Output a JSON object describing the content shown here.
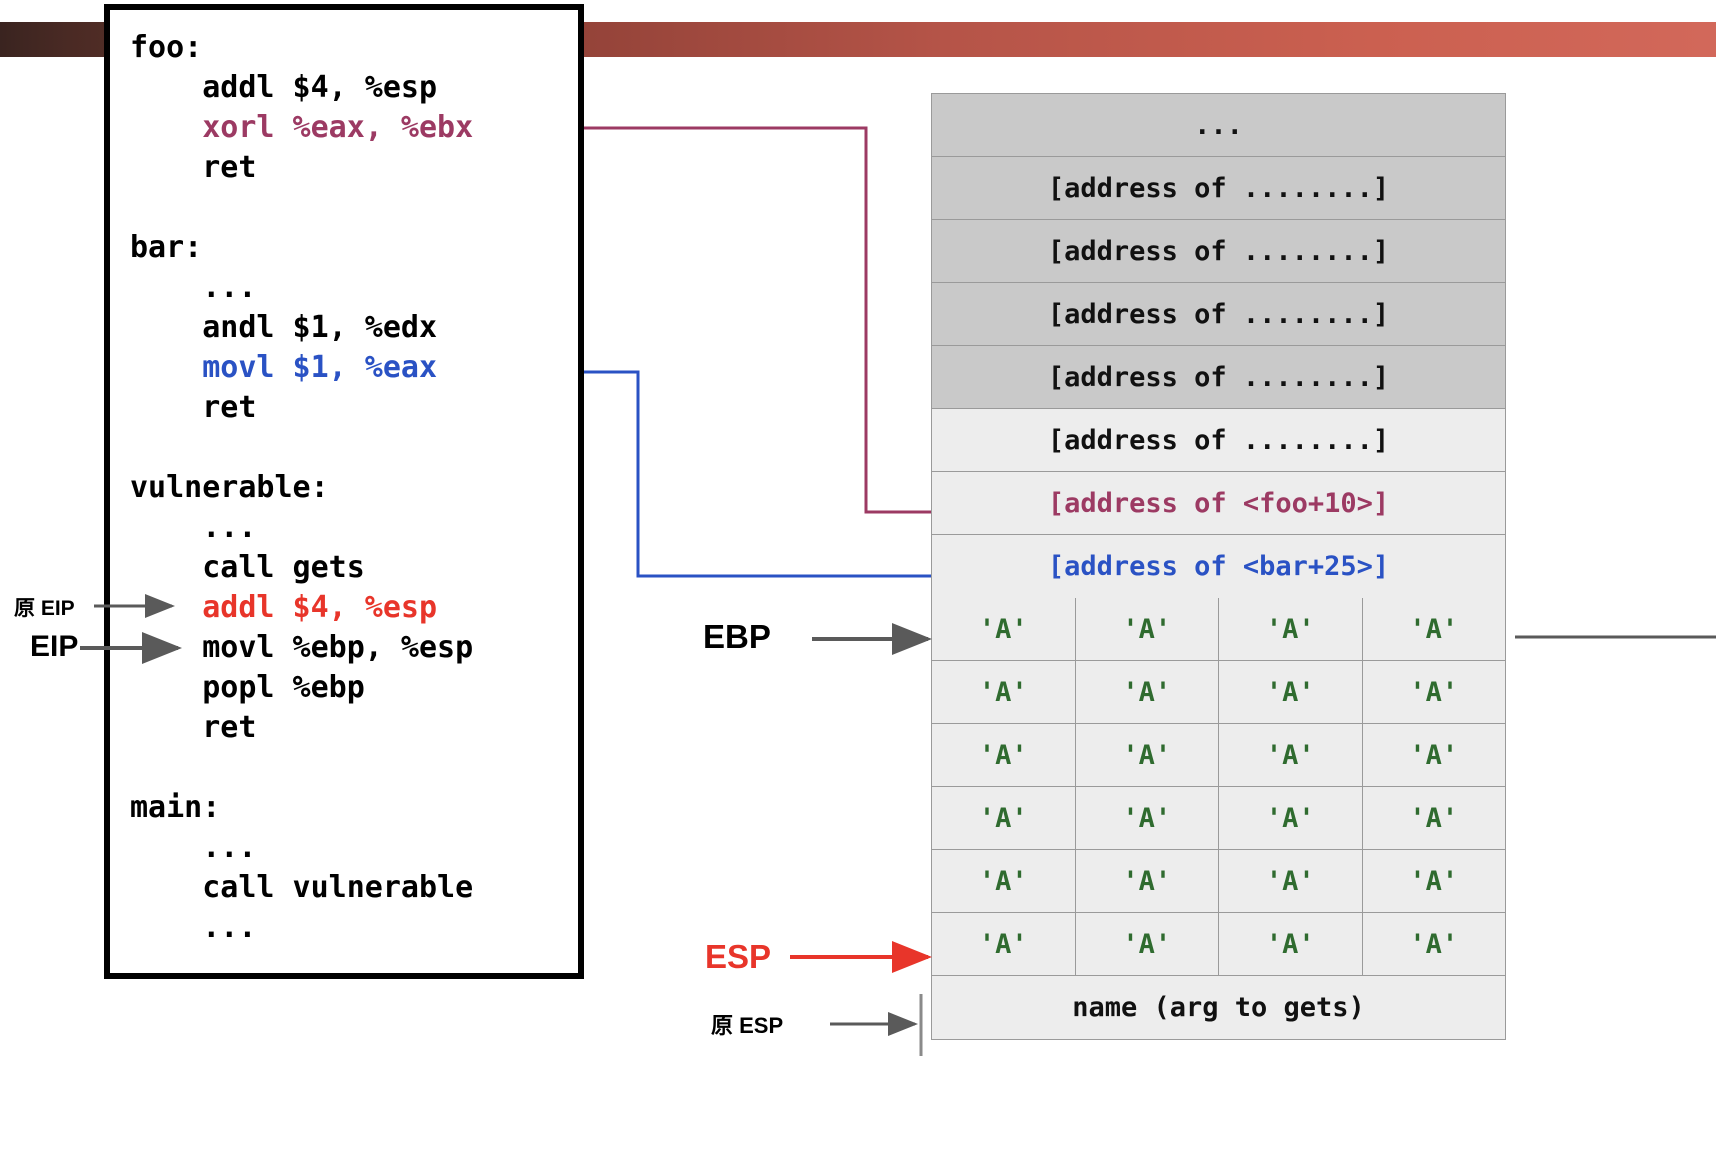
{
  "banner": {
    "name": "decorative-gradient-bar",
    "color_left": "#3a2420",
    "color_right": "#d2685a"
  },
  "colors": {
    "purple": "#9c3a63",
    "blue": "#2a52c4",
    "red": "#e8352a",
    "green": "#2f6b2f",
    "gray_arrow": "#5a5a5a",
    "cell_dark": "#c9c9c9",
    "cell_light": "#ededed",
    "cell_border": "#9a9a9a"
  },
  "code_panel": {
    "name": "assembly-listing",
    "lines": [
      {
        "text": "foo:",
        "color": "black"
      },
      {
        "text": "    addl $4, %esp",
        "color": "black"
      },
      {
        "text": "    xorl %eax, %ebx",
        "color": "purple"
      },
      {
        "text": "    ret",
        "color": "black"
      },
      {
        "text": "",
        "color": "black"
      },
      {
        "text": "bar:",
        "color": "black"
      },
      {
        "text": "    ...",
        "color": "black"
      },
      {
        "text": "    andl $1, %edx",
        "color": "black"
      },
      {
        "text": "    movl $1, %eax",
        "color": "blue"
      },
      {
        "text": "    ret",
        "color": "black"
      },
      {
        "text": "",
        "color": "black"
      },
      {
        "text": "vulnerable:",
        "color": "black"
      },
      {
        "text": "    ...",
        "color": "black"
      },
      {
        "text": "    call gets",
        "color": "black"
      },
      {
        "text": "    addl $4, %esp",
        "color": "red"
      },
      {
        "text": "    movl %ebp, %esp",
        "color": "black"
      },
      {
        "text": "    popl %ebp",
        "color": "black"
      },
      {
        "text": "    ret",
        "color": "black"
      },
      {
        "text": "",
        "color": "black"
      },
      {
        "text": "main:",
        "color": "black"
      },
      {
        "text": "    ...",
        "color": "black"
      },
      {
        "text": "    call vulnerable",
        "color": "black"
      },
      {
        "text": "    ...",
        "color": "black"
      }
    ]
  },
  "stack": {
    "name": "stack-layout-table",
    "rows": [
      {
        "text": "...",
        "shade": "dark",
        "color": "black"
      },
      {
        "text": "[address of ........]",
        "shade": "dark",
        "color": "black"
      },
      {
        "text": "[address of ........]",
        "shade": "dark",
        "color": "black"
      },
      {
        "text": "[address of ........]",
        "shade": "dark",
        "color": "black"
      },
      {
        "text": "[address of ........]",
        "shade": "dark",
        "color": "black"
      },
      {
        "text": "[address of ........]",
        "shade": "light",
        "color": "black"
      },
      {
        "text": "[address of <foo+10>]",
        "shade": "light",
        "color": "purple"
      },
      {
        "text": "[address of <bar+25>]",
        "shade": "light",
        "color": "blue"
      }
    ],
    "byte_rows": [
      [
        "'A'",
        "'A'",
        "'A'",
        "'A'"
      ],
      [
        "'A'",
        "'A'",
        "'A'",
        "'A'"
      ],
      [
        "'A'",
        "'A'",
        "'A'",
        "'A'"
      ],
      [
        "'A'",
        "'A'",
        "'A'",
        "'A'"
      ],
      [
        "'A'",
        "'A'",
        "'A'",
        "'A'"
      ],
      [
        "'A'",
        "'A'",
        "'A'",
        "'A'"
      ]
    ],
    "footer_row": {
      "text": "name (arg to gets)",
      "shade": "light",
      "color": "black"
    }
  },
  "pointers": {
    "orig_eip": "原 EIP",
    "eip": "EIP",
    "ebp": "EBP",
    "esp": "ESP",
    "orig_esp": "原 ESP"
  }
}
